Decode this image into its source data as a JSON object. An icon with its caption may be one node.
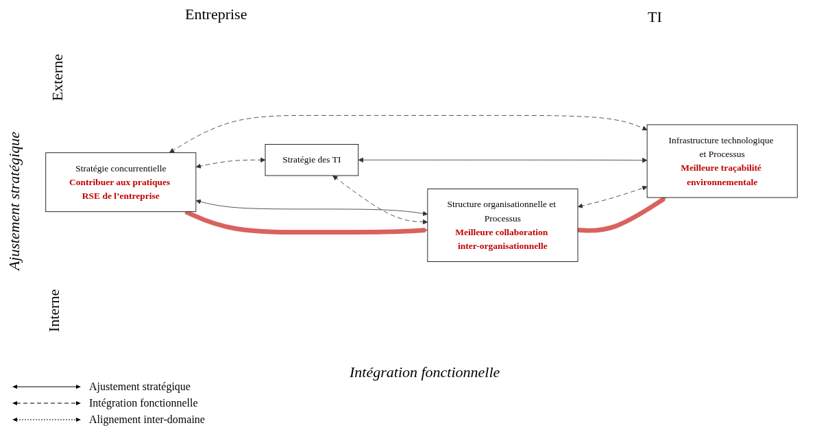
{
  "diagram": {
    "nodes": [
      {
        "text": [
          "Stratégie concurrentielle",
          "Contribuer aux pratiques RSE de l’entreprise"
        ]
      },
      {
        "text": [
          "Stratégie des TI"
        ]
      },
      {
        "text": [
          "Structure organisationnelle et Processus",
          "Meilleure collaboration inter-organisationnelle"
        ]
      },
      {
        "text": [
          "Infrastructure technologique et Processus",
          "Meilleure traçabilité environnementale"
        ]
      }
    ],
    "edges": [
      {
        "from": 0,
        "to": 1,
        "arrow": "both",
        "style": "dashed"
      },
      {
        "from": 0,
        "to": 2,
        "arrow": "both"
      },
      {
        "from": 0,
        "to": 3,
        "arrow": "both",
        "style": "dashed"
      },
      {
        "from": 1,
        "to": 2,
        "arrow": "both",
        "style": "dashed"
      },
      {
        "from": 1,
        "to": 3,
        "arrow": "both"
      },
      {
        "from": 2,
        "to": 3,
        "arrow": "both",
        "style": "dashed"
      },
      {
        "from": 0,
        "to": 2,
        "arrow": "to",
        "style": "thick",
        "color": "#d9625f"
      },
      {
        "from": 2,
        "to": 3,
        "arrow": "to",
        "style": "thick",
        "color": "#d9625f"
      }
    ],
    "labels": [
      "Entreprise",
      "TI",
      "Externe",
      "Ajustement stratégique",
      "Interne",
      "Intégration fonctionnelle"
    ],
    "legend": [
      {
        "text": "Ajustement stratégique"
      },
      {
        "text": "Intégration fonctionnelle"
      },
      {
        "text": "Alignement inter-domaine"
      }
    ]
  }
}
